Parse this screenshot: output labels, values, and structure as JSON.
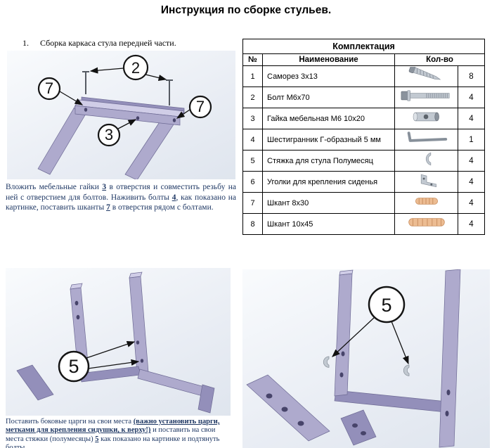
{
  "page": {
    "title": "Инструкция по сборке стульев."
  },
  "colors": {
    "part-main": "#aeaacd",
    "part-light": "#d0cde7",
    "part-dark": "#938fba",
    "part-edge": "#6d6a94",
    "instr-text": "#1f3864",
    "wood": "#ecbc92",
    "wood-edge": "#c98f60",
    "metal": "#c2c9d1",
    "metal-dark": "#8b939d"
  },
  "step1": {
    "label": "1.",
    "text": "Сборка каркаса стула передней части."
  },
  "instruction1": {
    "segments": [
      {
        "t": "Вложить мебельные гайки "
      },
      {
        "t": "3",
        "b": true,
        "u": true
      },
      {
        "t": " в отверстия и совместить резьбу на ней с отверстием для болтов. Наживить болты "
      },
      {
        "t": "4",
        "b": true,
        "u": true
      },
      {
        "t": ", как показано на картинке, поставить шканты "
      },
      {
        "t": "7",
        "b": true,
        "u": true
      },
      {
        "t": " в отверстия рядом с болтами."
      }
    ]
  },
  "instruction2": {
    "segments": [
      {
        "t": "Поставить боковые царги на свои места "
      },
      {
        "t": "(важно установить царги, метками для крепления сидушки, к верху!)",
        "b": true,
        "u": true
      },
      {
        "t": " и поставить на свои места стяжки (полумесяцы) "
      },
      {
        "t": "5",
        "b": true,
        "u": true
      },
      {
        "t": " как показано на картинке и подтянуть болты."
      }
    ]
  },
  "parts_table": {
    "title": "Комплектация",
    "col_num": "№",
    "col_name": "Наименование",
    "col_qty": "Кол-во",
    "rows": [
      {
        "num": "1",
        "name": "Саморез 3х13",
        "qty": "8"
      },
      {
        "num": "2",
        "name": "Болт М6х70",
        "qty": "4"
      },
      {
        "num": "3",
        "name": "Гайка мебельная М6 10х20",
        "qty": "4"
      },
      {
        "num": "4",
        "name": "Шестигранник Г-образный 5 мм",
        "qty": "1"
      },
      {
        "num": "5",
        "name": "Стяжка для стула Полумесяц",
        "qty": "4"
      },
      {
        "num": "6",
        "name": "Уголки для крепления сиденья",
        "qty": "4"
      },
      {
        "num": "7",
        "name": "Шкант 8х30",
        "qty": "4"
      },
      {
        "num": "8",
        "name": "Шкант 10х45",
        "qty": "4"
      }
    ]
  },
  "diagram1": {
    "callout_bolt": "2",
    "callout_dowel_left": "7",
    "callout_nut": "3",
    "callout_dowel_right": "7"
  },
  "diagram2": {
    "callout": "5"
  },
  "diagram3": {
    "callout": "5"
  }
}
